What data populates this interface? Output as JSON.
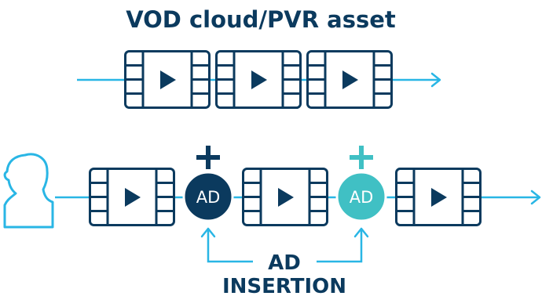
{
  "title": "VOD cloud/PVR asset",
  "ad_badges": [
    {
      "label": "AD",
      "fill": "#0b3a5e",
      "plus_color": "#0b3a5e"
    },
    {
      "label": "AD",
      "fill": "#40c0c4",
      "plus_color": "#40c0c4"
    }
  ],
  "insertion": {
    "line1": "AD",
    "line2": "INSERTION"
  },
  "icons": {
    "viewer": "user-icon",
    "video": "film-play-icon",
    "plus": "plus-icon",
    "arrow": "arrow-right-icon"
  },
  "colors": {
    "navy": "#0b3a5e",
    "cyan": "#29b6e5",
    "teal": "#40c0c4",
    "white": "#ffffff"
  }
}
